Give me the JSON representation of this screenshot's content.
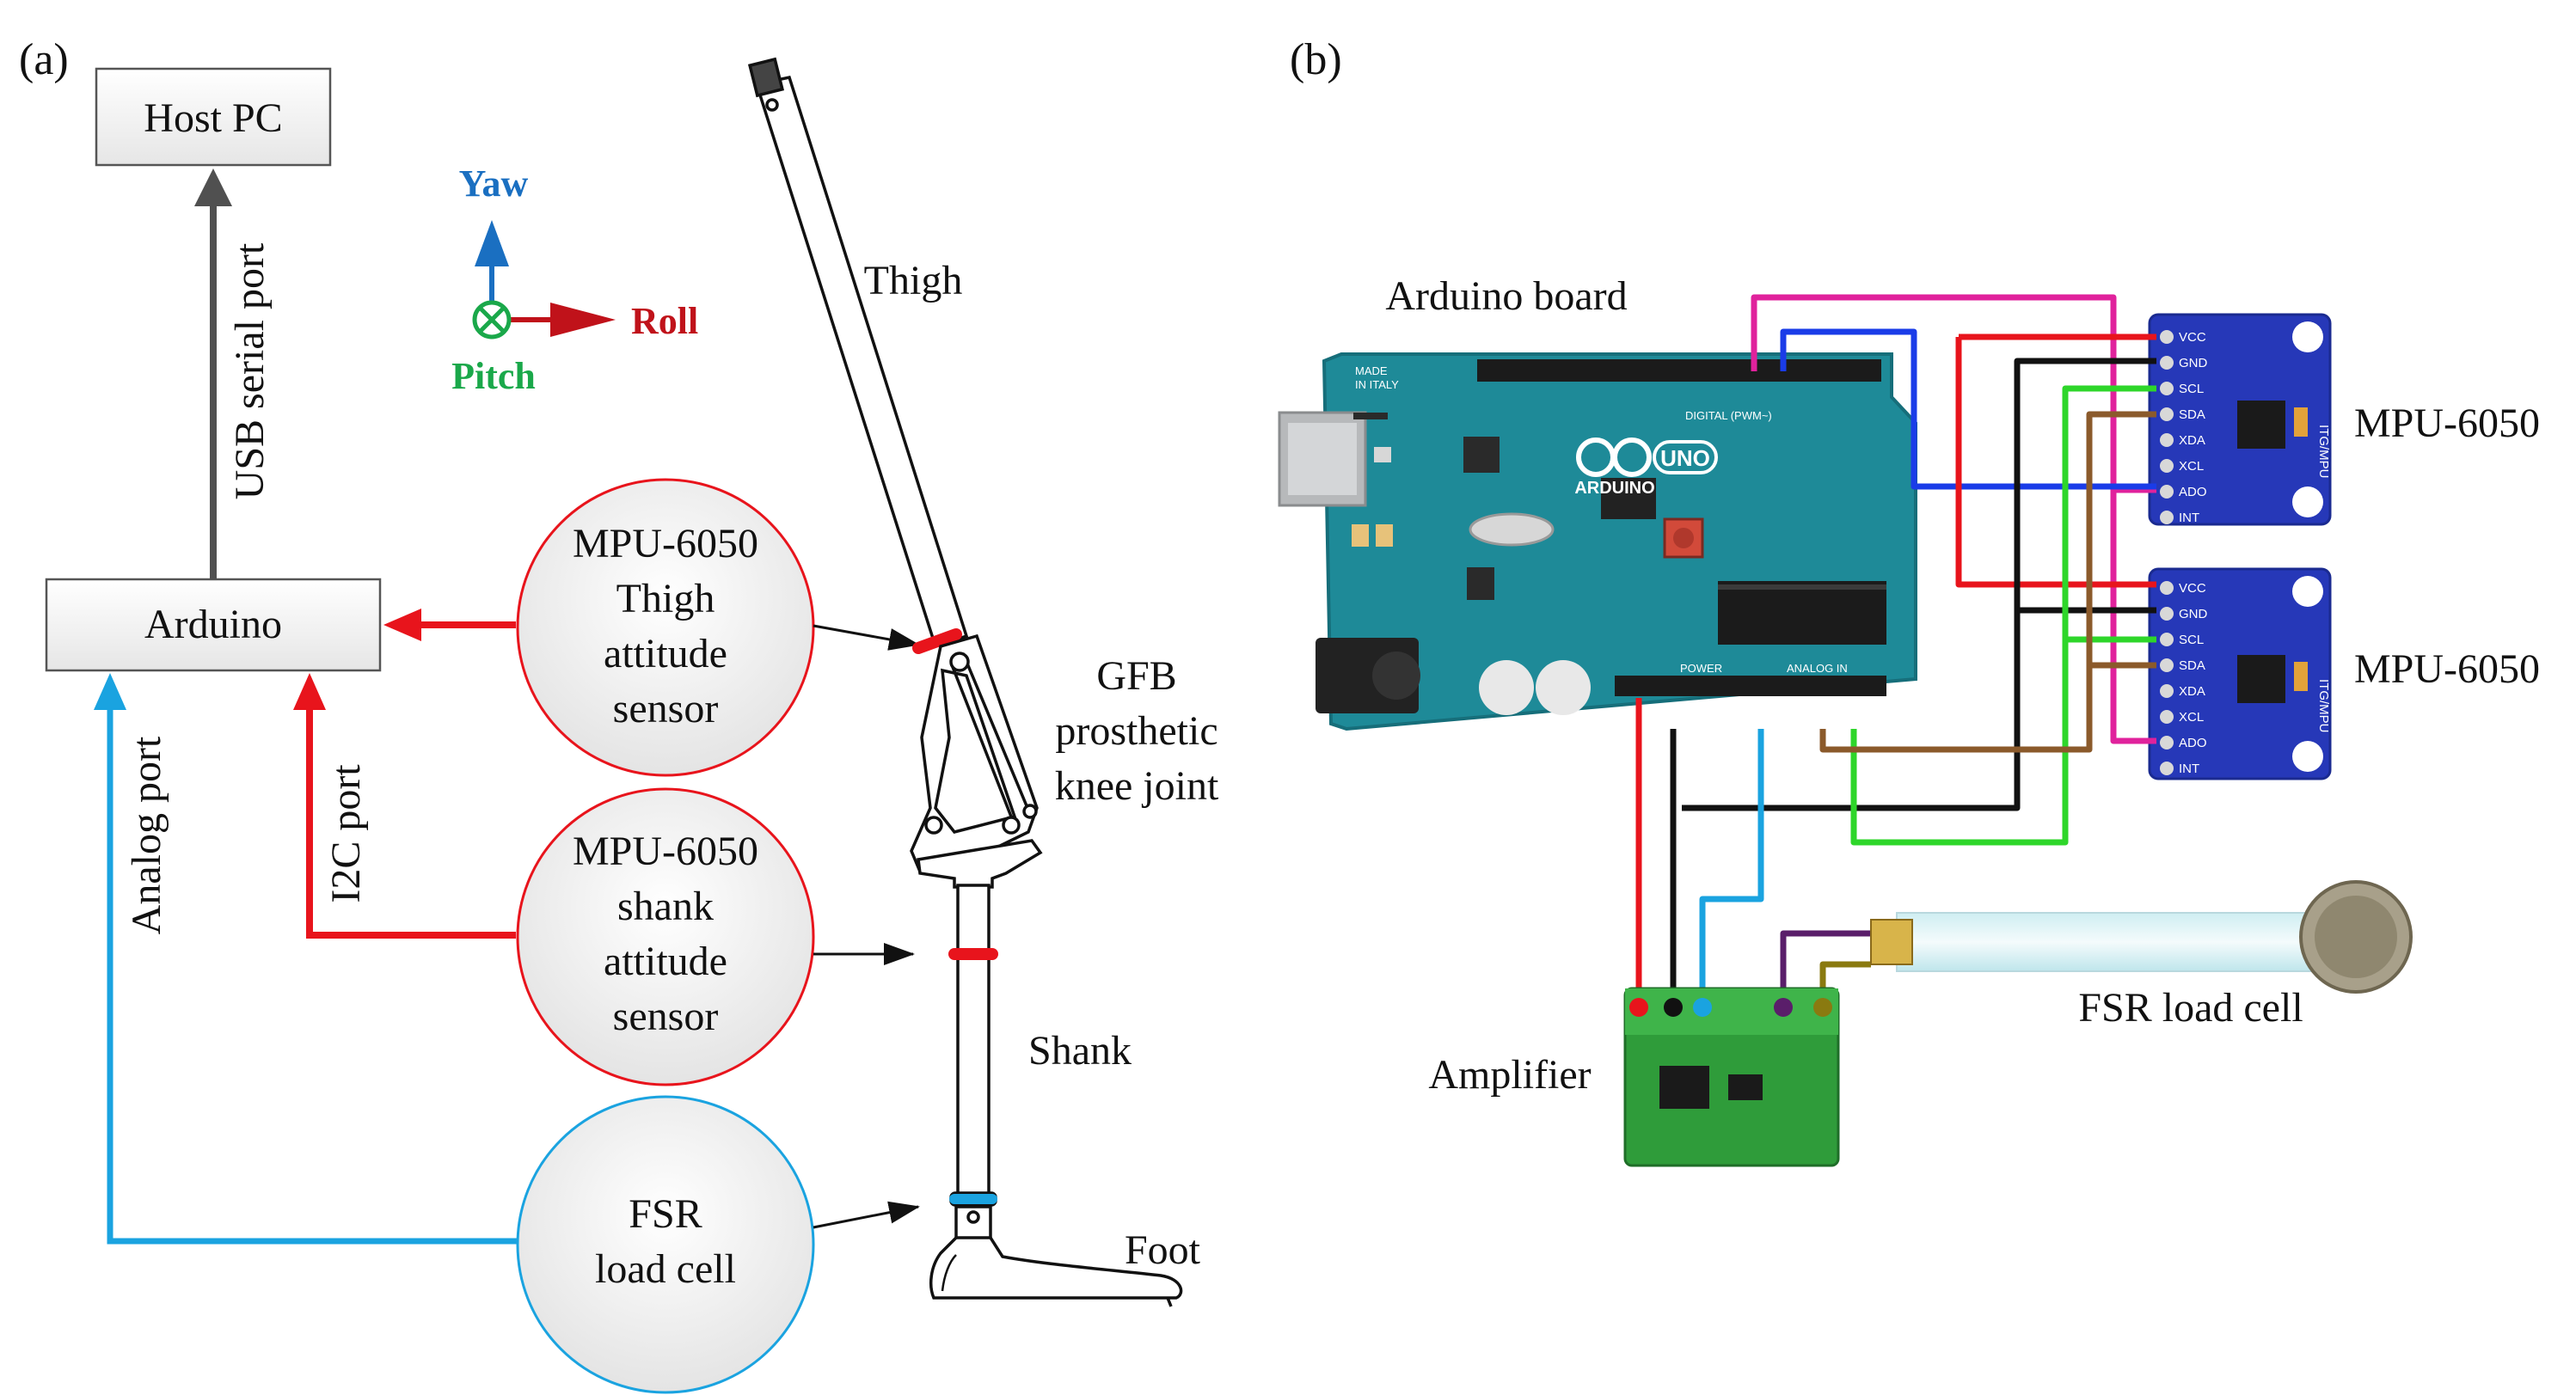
{
  "panel_a": {
    "tag": "(a)",
    "host_pc": "Host PC",
    "arduino": "Arduino",
    "usb_port": "USB serial port",
    "i2c_port": "I2C port",
    "analog_port": "Analog port",
    "axes": {
      "yaw": "Yaw",
      "roll": "Roll",
      "pitch": "Pitch"
    },
    "thigh_sensor": [
      "MPU-6050",
      "Thigh",
      "attitude",
      "sensor"
    ],
    "shank_sensor": [
      "MPU-6050",
      "shank",
      "attitude",
      "sensor"
    ],
    "fsr_sensor": [
      "FSR",
      "load cell"
    ],
    "prosthesis": {
      "thigh": "Thigh",
      "knee": [
        "GFB",
        "prosthetic",
        "knee joint"
      ],
      "shank": "Shank",
      "foot": "Foot"
    }
  },
  "panel_b": {
    "tag": "(b)",
    "arduino_board": "Arduino board",
    "mpu_top": "MPU-6050",
    "mpu_bottom": "MPU-6050",
    "amplifier": "Amplifier",
    "fsr_load_cell": "FSR load cell",
    "board_marks": {
      "made_in": "MADE",
      "italy": "IN ITALY",
      "uno": "UNO",
      "brand": "ARDUINO",
      "digital": "DIGITAL (PWM~)",
      "power": "POWER",
      "analog_in": "ANALOG IN"
    },
    "mpu_pins": [
      "VCC",
      "GND",
      "SCL",
      "SDA",
      "XDA",
      "XCL",
      "ADO",
      "INT"
    ],
    "mpu_chip_mark": "ITG/MPU"
  },
  "colors": {
    "red_wire": "#e8141c",
    "blue_signal": "#1aa3e0",
    "gray_arrow": "#505050",
    "yaw": "#1a6fc1",
    "roll": "#c0121a",
    "pitch": "#1aa84a",
    "board_teal": "#1e8a98",
    "mpu_blue": "#2638b8",
    "amp_green": "#2f9c3a"
  }
}
